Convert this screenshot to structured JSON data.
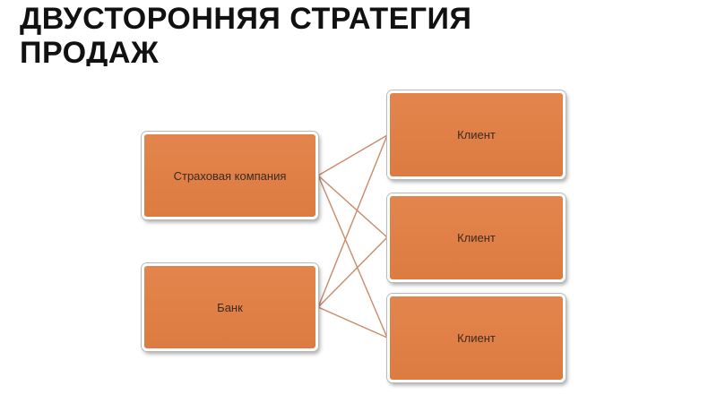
{
  "slide": {
    "title": "ДВУСТОРОННЯЯ СТРАТЕГИЯ ПРОДАЖ"
  },
  "diagram": {
    "sources": [
      {
        "label": "Страховая компания"
      },
      {
        "label": "Банк"
      }
    ],
    "targets": [
      {
        "label": "Клиент"
      },
      {
        "label": "Клиент"
      },
      {
        "label": "Клиент"
      }
    ],
    "node_color": "#e0814a",
    "connector_color": "#c98a6a"
  }
}
